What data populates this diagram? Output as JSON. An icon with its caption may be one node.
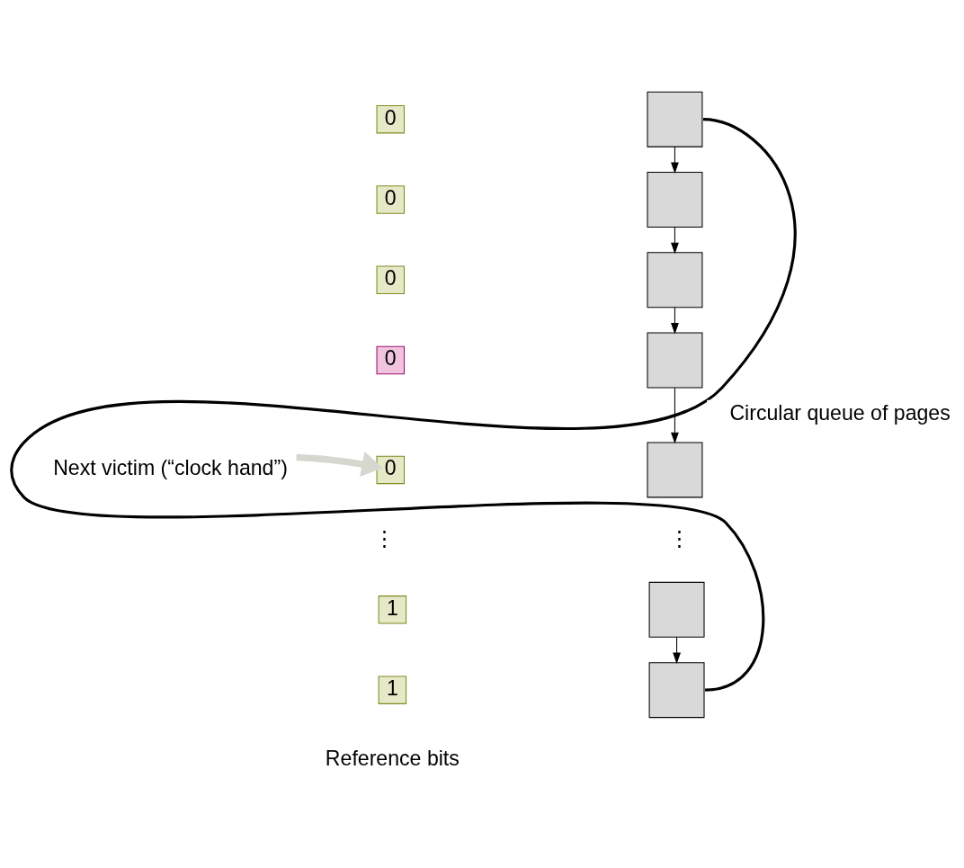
{
  "diagram": {
    "nodes": [
      {
        "text": [
          "0"
        ]
      },
      {
        "text": [],
        "shape": "box"
      },
      {
        "text": [
          "0"
        ]
      },
      {
        "text": [],
        "shape": "box"
      },
      {
        "text": [
          "0"
        ]
      },
      {
        "text": [],
        "shape": "box"
      },
      {
        "text": [
          "0"
        ]
      },
      {
        "text": [],
        "shape": "box"
      },
      {
        "text": [
          "0"
        ]
      },
      {
        "text": [],
        "shape": "box"
      },
      {
        "text": [
          "1"
        ]
      },
      {
        "text": [],
        "shape": "box"
      },
      {
        "text": [
          "1"
        ]
      },
      {
        "text": [],
        "shape": "box"
      },
      {
        "text": [
          "Next victim (“clock hand”)"
        ]
      }
    ],
    "edges": [
      {
        "from": 1,
        "to": 3,
        "arrow": "to"
      },
      {
        "from": 3,
        "to": 5,
        "arrow": "to"
      },
      {
        "from": 5,
        "to": 7,
        "arrow": "to"
      },
      {
        "from": 7,
        "to": 9,
        "arrow": "to"
      },
      {
        "from": 11,
        "to": 13,
        "arrow": "to"
      },
      {
        "from": 13,
        "to": 1,
        "arrow": "none",
        "label": "Circular queue of pages",
        "style": "thick"
      },
      {
        "from": 14,
        "to": 8,
        "arrow": "to",
        "style": "thick",
        "color": "#d6d7cf"
      }
    ],
    "labels": [
      "⋮",
      "⋮",
      "Reference bits"
    ]
  }
}
